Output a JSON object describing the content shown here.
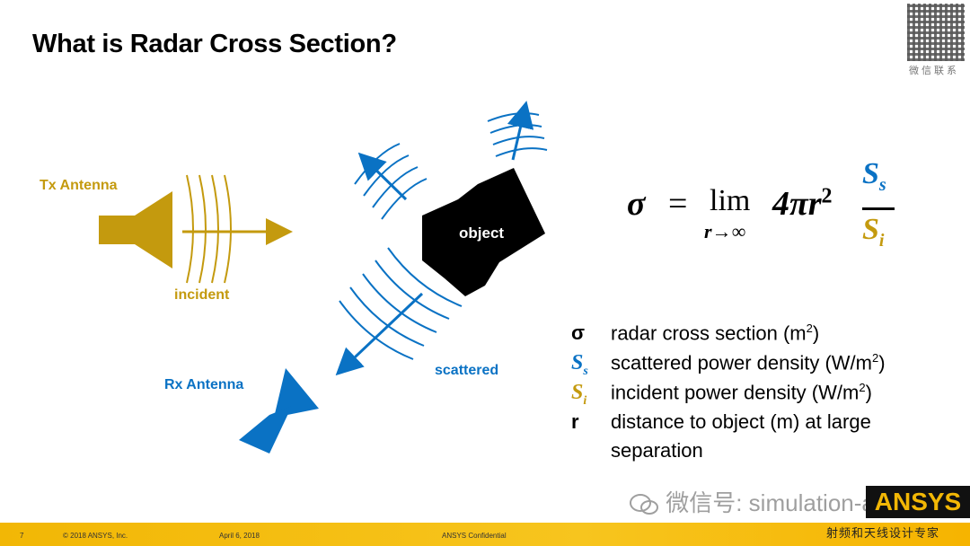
{
  "slide": {
    "title": "What is Radar Cross Section?",
    "page_number": "7"
  },
  "diagram": {
    "tx_label": "Tx Antenna",
    "incident_label": "incident",
    "object_label": "object",
    "scattered_label": "scattered",
    "rx_label": "Rx Antenna"
  },
  "formula": {
    "sigma": "σ",
    "equals": "=",
    "lim": "lim",
    "lim_sub": "r→∞",
    "factor": "4πr",
    "exponent": "2",
    "num_base": "S",
    "num_sub": "s",
    "den_base": "S",
    "den_sub": "i"
  },
  "legend": [
    {
      "sym": "σ",
      "sym_sub": "",
      "desc": "radar cross section (m",
      "sup": "2",
      "tail": ")"
    },
    {
      "sym": "S",
      "sym_sub": "s",
      "desc": "scattered power density (W/m",
      "sup": "2",
      "tail": ")"
    },
    {
      "sym": "S",
      "sym_sub": "i",
      "desc": "incident power density (W/m",
      "sup": "2",
      "tail": ")"
    },
    {
      "sym": "r",
      "sym_sub": "",
      "desc": "distance to object (m) at large",
      "sup": "",
      "tail": ""
    }
  ],
  "legend_cont": "separation",
  "footer": {
    "copyright": "© 2018 ANSYS, Inc.",
    "date": "April 6, 2018",
    "confidential": "ANSYS Confidential"
  },
  "overlay": {
    "qr_caption": "微信联系",
    "watermark": "微信号: simulation-antenna",
    "logo": "ANSYS",
    "cn_tag": "射频和天线设计专家"
  },
  "colors": {
    "gold": "#C49A0E",
    "blue": "#0A72C4"
  }
}
